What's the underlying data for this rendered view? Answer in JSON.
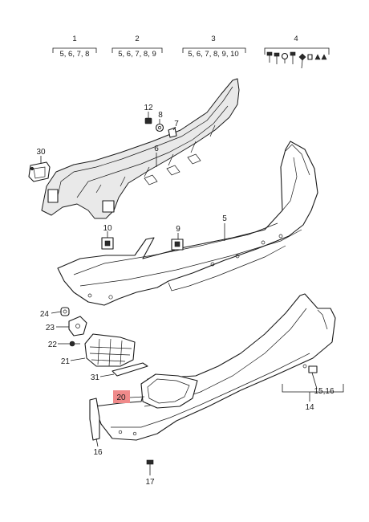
{
  "groups": [
    {
      "number": "1",
      "contents": "5, 6, 7, 8"
    },
    {
      "number": "2",
      "contents": "5, 6, 7, 8, 9"
    },
    {
      "number": "3",
      "contents": "5, 6, 7, 8, 9, 10"
    },
    {
      "number": "4",
      "contents": ""
    }
  ],
  "callouts": {
    "c5": "5",
    "c6": "6",
    "c7": "7",
    "c8": "8",
    "c9": "9",
    "c10": "10",
    "c12": "12",
    "c14": "14",
    "c1516": "15,16",
    "c16": "16",
    "c17": "17",
    "c20": "20",
    "c21": "21",
    "c22": "22",
    "c23": "23",
    "c24": "24",
    "c30": "30",
    "c31": "31"
  },
  "highlight_color": "#f08a8a"
}
